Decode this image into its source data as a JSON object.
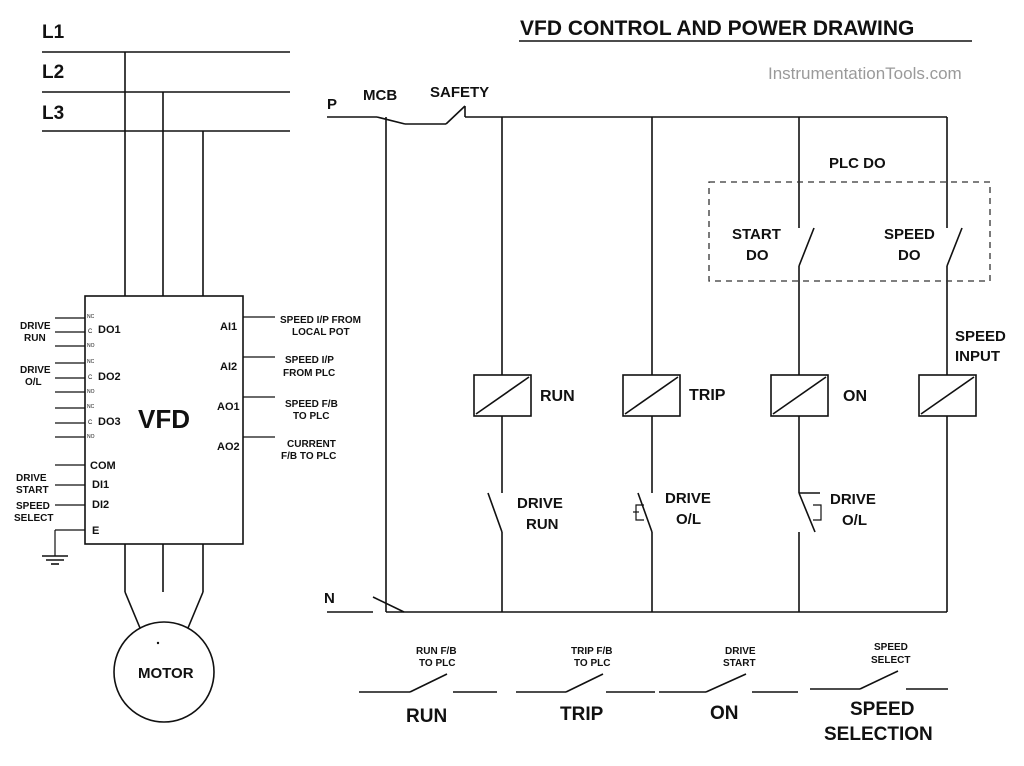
{
  "title": "VFD CONTROL AND POWER DRAWING",
  "watermark": "InstrumentationTools.com",
  "power": {
    "l1": "L1",
    "l2": "L2",
    "l3": "L3",
    "vfd": "VFD",
    "motor": "MOTOR",
    "left_terms": [
      "DO1",
      "DO2",
      "DO3",
      "COM",
      "DI1",
      "DI2",
      "E"
    ],
    "right_terms": [
      "AI1",
      "AI2",
      "AO1",
      "AO2"
    ],
    "nc": "NC",
    "c": "C",
    "no": "NO",
    "left_labels": {
      "drive_run": [
        "DRIVE",
        "RUN"
      ],
      "drive_ol": [
        "DRIVE",
        "O/L"
      ],
      "drive_start": [
        "DRIVE",
        "START"
      ],
      "speed_select": [
        "SPEED",
        "SELECT"
      ]
    },
    "right_labels": {
      "ai1": [
        "SPEED I/P FROM",
        "LOCAL POT"
      ],
      "ai2": [
        "SPEED I/P",
        "FROM PLC"
      ],
      "ao1": [
        "SPEED F/B",
        "TO PLC"
      ],
      "ao2": [
        "CURRENT",
        "F/B TO PLC"
      ]
    }
  },
  "control": {
    "p": "P",
    "n": "N",
    "mcb": "MCB",
    "safety": "SAFETY",
    "plc_do": "PLC DO",
    "start_do": [
      "START",
      "DO"
    ],
    "speed_do": [
      "SPEED",
      "DO"
    ],
    "speed_input": [
      "SPEED",
      "INPUT"
    ],
    "coils": [
      "RUN",
      "TRIP",
      "ON"
    ],
    "contacts": {
      "drive_run": [
        "DRIVE",
        "RUN"
      ],
      "drive_ol_1": [
        "DRIVE",
        "O/L"
      ],
      "drive_ol_2": [
        "DRIVE",
        "O/L"
      ]
    }
  },
  "outputs": [
    {
      "small": [
        "RUN F/B",
        "TO PLC"
      ],
      "big": [
        "RUN"
      ]
    },
    {
      "small": [
        "TRIP F/B",
        "TO PLC"
      ],
      "big": [
        "TRIP"
      ]
    },
    {
      "small": [
        "DRIVE",
        "START"
      ],
      "big": [
        "ON"
      ]
    },
    {
      "small": [
        "SPEED",
        "SELECT"
      ],
      "big": [
        "SPEED",
        "SELECTION"
      ]
    }
  ]
}
